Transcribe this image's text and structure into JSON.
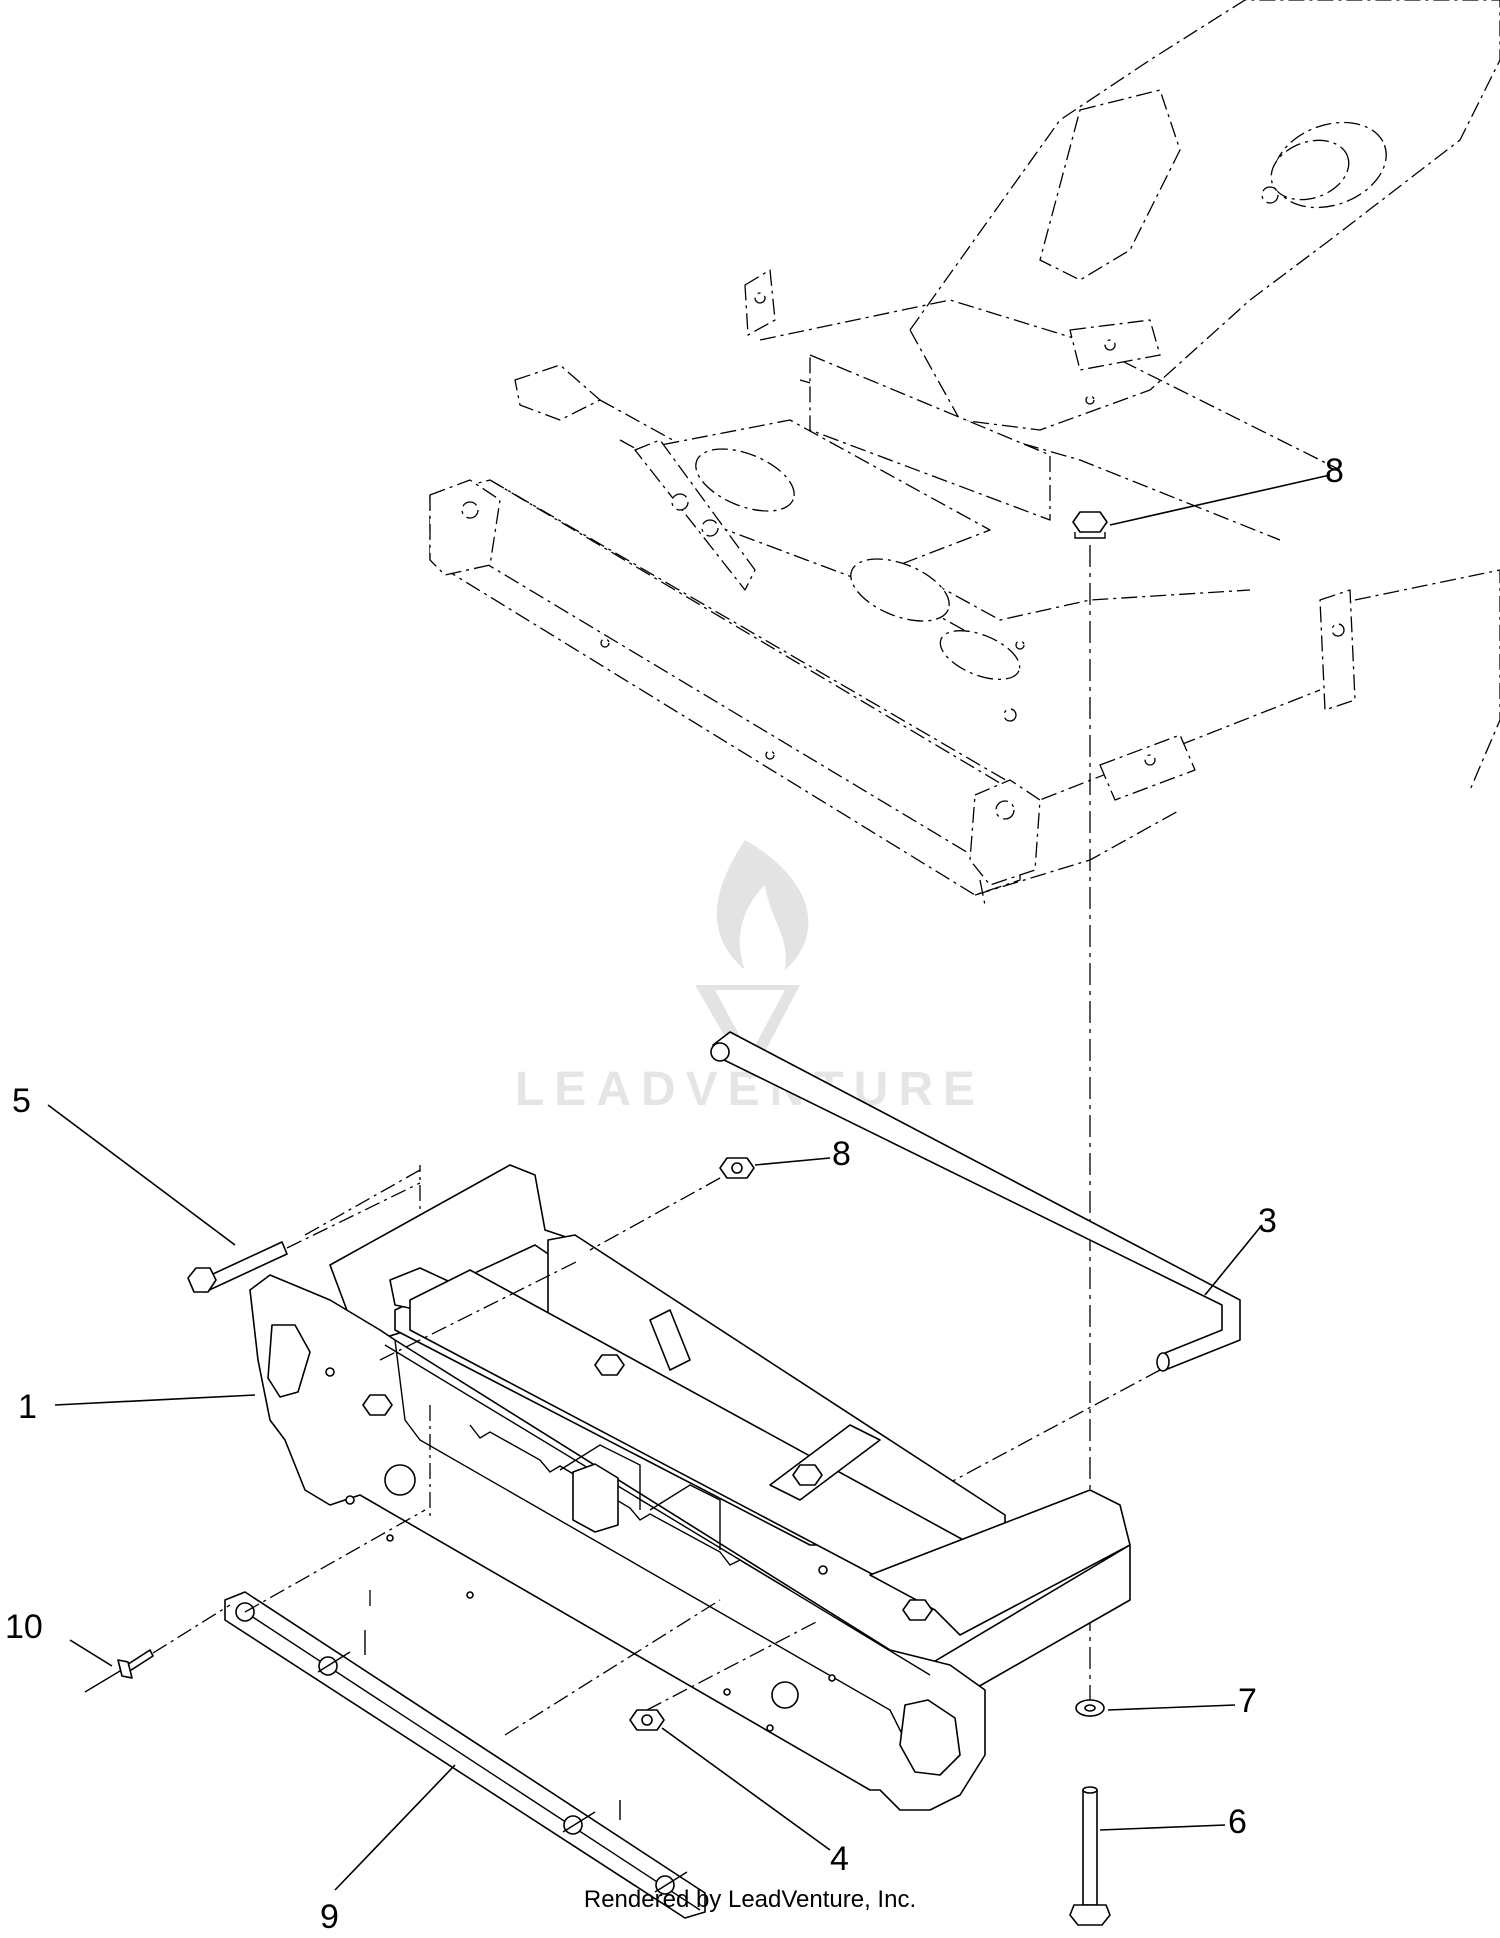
{
  "callouts": [
    {
      "id": "1",
      "label": "1"
    },
    {
      "id": "3",
      "label": "3"
    },
    {
      "id": "4",
      "label": "4"
    },
    {
      "id": "5",
      "label": "5"
    },
    {
      "id": "6",
      "label": "6"
    },
    {
      "id": "7",
      "label": "7"
    },
    {
      "id": "8a",
      "label": "8"
    },
    {
      "id": "8b",
      "label": "8"
    },
    {
      "id": "9",
      "label": "9"
    },
    {
      "id": "10",
      "label": "10"
    }
  ],
  "watermark": {
    "text": "LEADVENTURE",
    "icon": "leadventure-flame-logo"
  },
  "footer": {
    "text": "Rendered by LeadVenture, Inc."
  }
}
